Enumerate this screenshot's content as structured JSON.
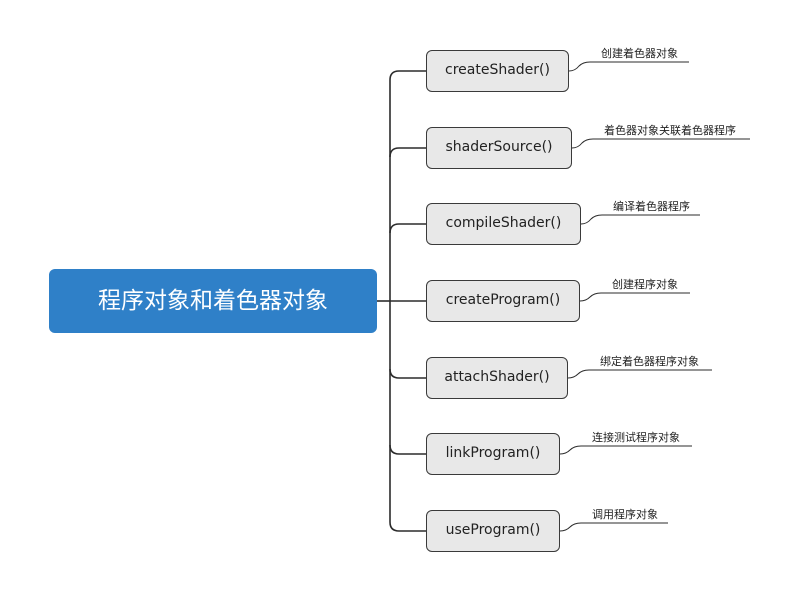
{
  "root": {
    "label": "程序对象和着色器对象",
    "color": "#2f80c8"
  },
  "functions": [
    {
      "name": "createShader()",
      "note": "创建着色器对象"
    },
    {
      "name": "shaderSource()",
      "note": "着色器对象关联着色器程序"
    },
    {
      "name": "compileShader()",
      "note": "编译着色器程序"
    },
    {
      "name": "createProgram()",
      "note": "创建程序对象"
    },
    {
      "name": "attachShader()",
      "note": "绑定着色器程序对象"
    },
    {
      "name": "linkProgram()",
      "note": "连接测试程序对象"
    },
    {
      "name": "useProgram()",
      "note": "调用程序对象"
    }
  ]
}
